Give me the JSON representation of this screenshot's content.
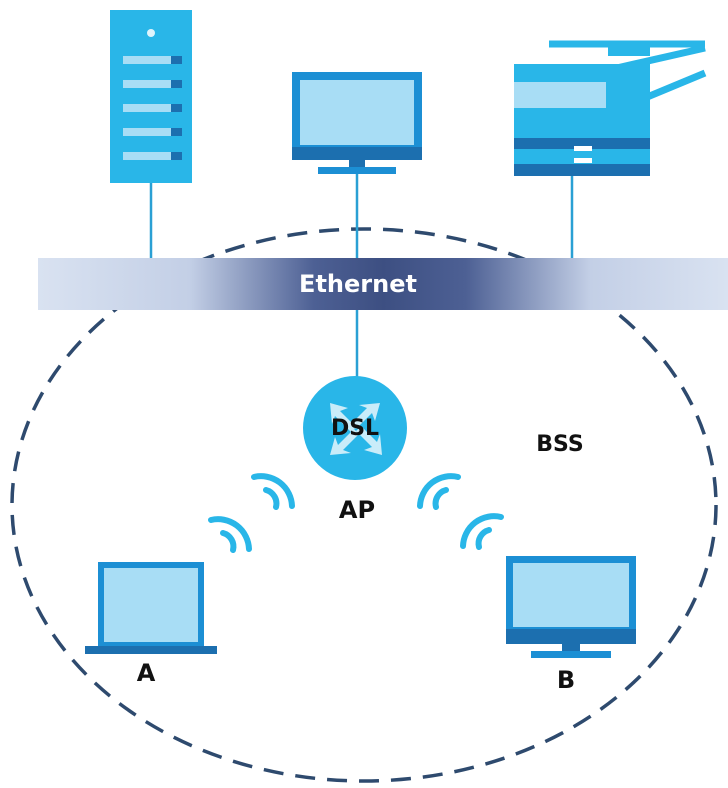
{
  "network": {
    "backbone_label": "Ethernet",
    "ap_device_label": "DSL",
    "ap_label": "AP",
    "bss_label": "BSS",
    "station_a_label": "A",
    "station_b_label": "B"
  },
  "devices": {
    "server_icon": "server-icon",
    "desktop_icon": "desktop-monitor-icon",
    "printer_icon": "printer-icon",
    "router_icon": "router-icon",
    "laptop_icon": "laptop-icon",
    "monitor_icon": "monitor-icon",
    "wireless_icon": "wifi-signal-icon"
  },
  "colors": {
    "device_primary": "#29B6E8",
    "device_light": "#A8DDF5",
    "device_dark": "#1C6FAF",
    "bss_border": "#2E4A6E",
    "ethernet_bar": "#8A9CC4"
  }
}
